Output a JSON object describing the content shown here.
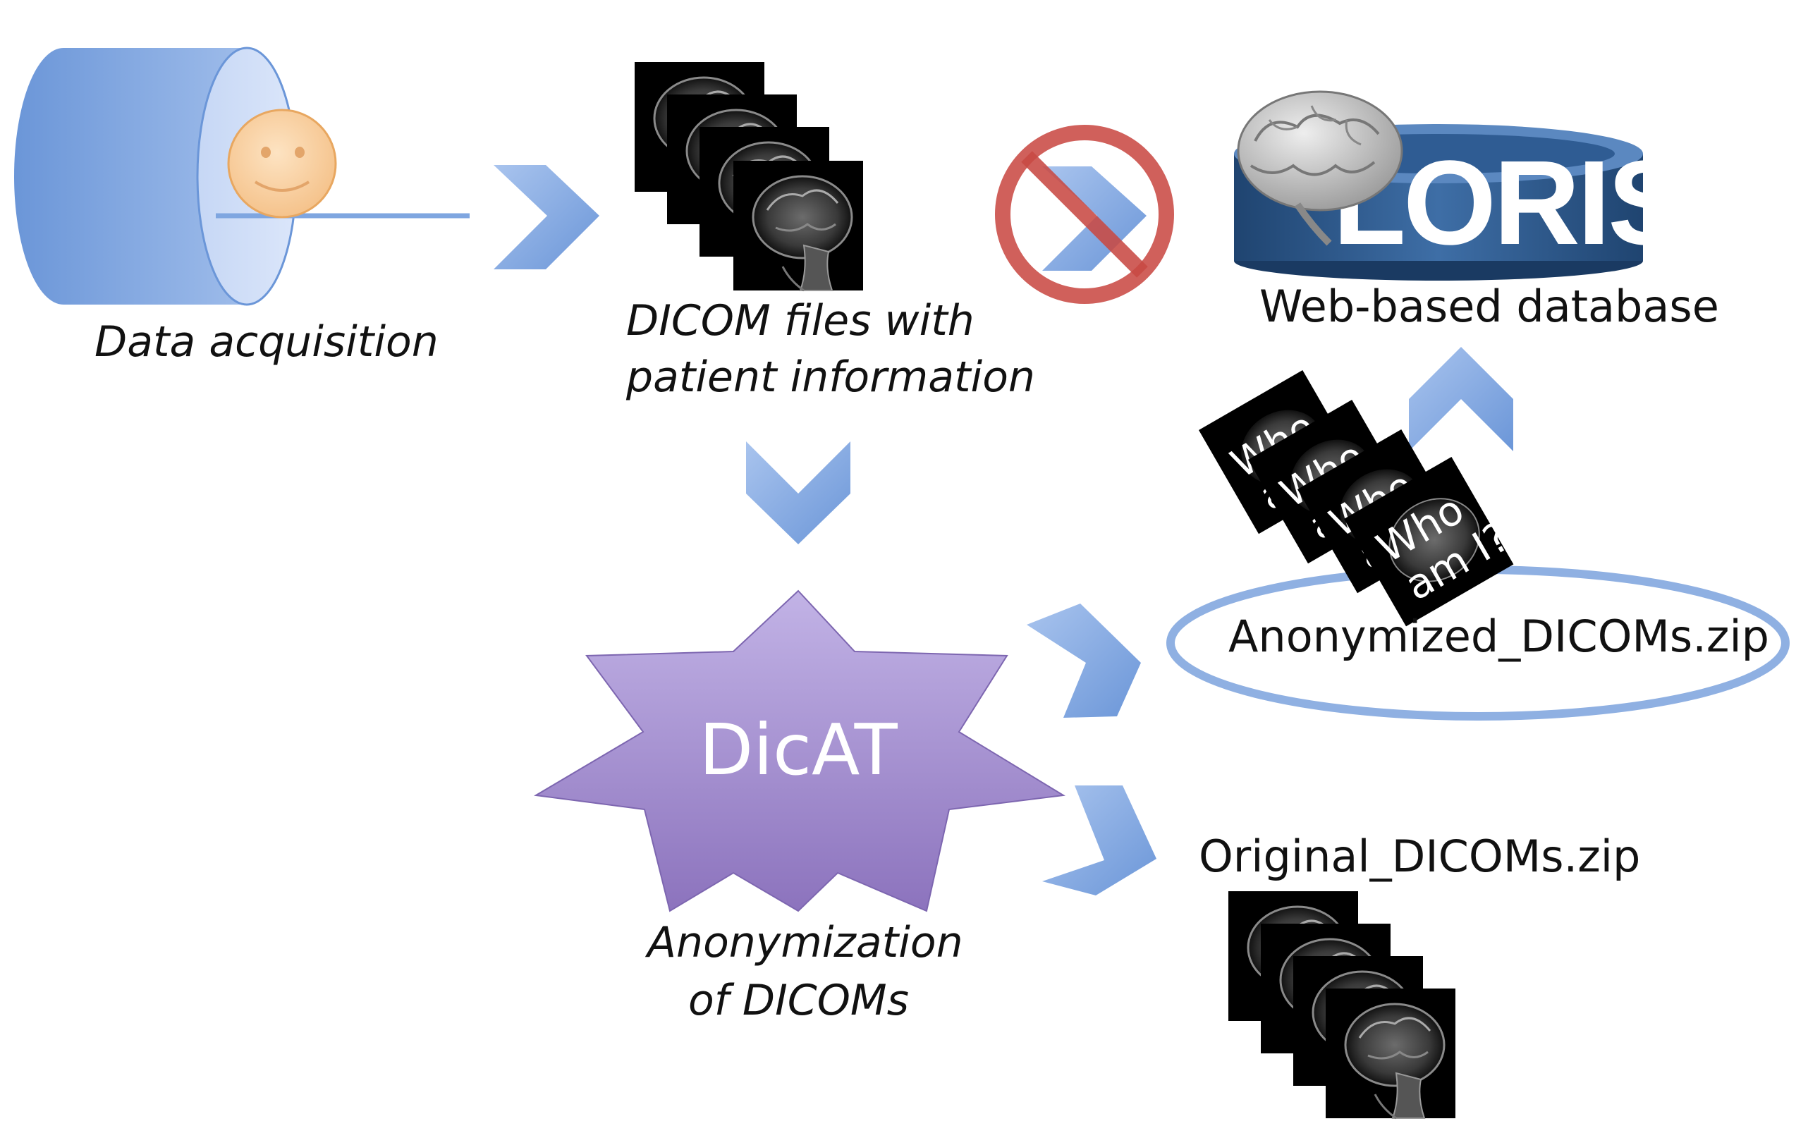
{
  "labels": {
    "acquisition": "Data acquisition",
    "dicom_line1": "DICOM files with",
    "dicom_line2": "patient information",
    "database": "Web-based database",
    "anon_line1": "Anonymization",
    "anon_line2": "of DICOMs",
    "anon_zip": "Anonymized_DICOMs.zip",
    "orig_zip": "Original_DICOMs.zip"
  },
  "logo": {
    "text": "LORIS"
  },
  "tool": {
    "name": "DicAT"
  },
  "anonymized_card_text": [
    "Who",
    "am I?"
  ],
  "colors": {
    "arrow": "#7fa6e0",
    "scanner": "#7fa6e0",
    "star": "#a18cc9",
    "prohibit": "#c94a44",
    "ellipse": "#8fb0e2",
    "loris_db": "#2e5a8f"
  }
}
